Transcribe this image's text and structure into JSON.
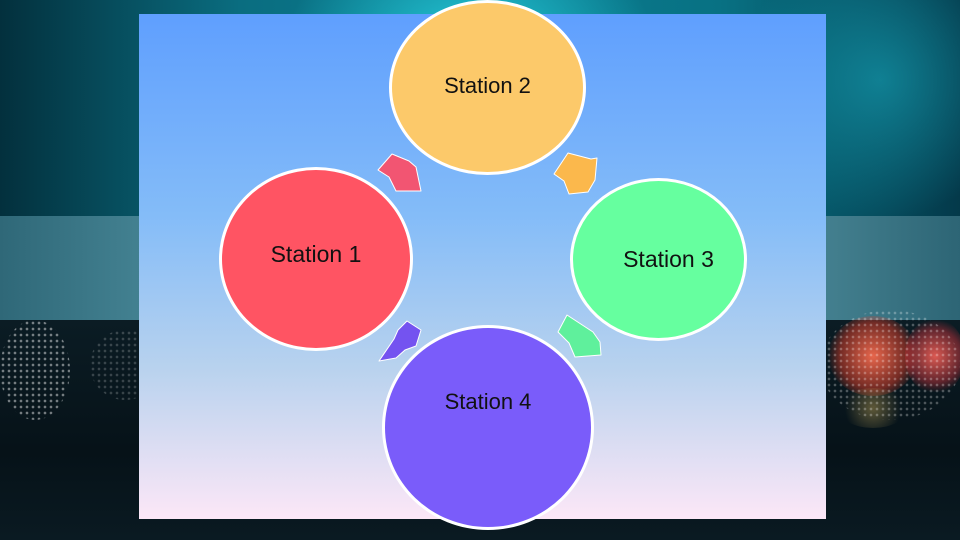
{
  "diagram": {
    "stations": [
      {
        "label": "Station 1",
        "color": "#ff5463"
      },
      {
        "label": "Station 2",
        "color": "#fcc96a"
      },
      {
        "label": "Station 3",
        "color": "#66ff9f"
      },
      {
        "label": "Station 4",
        "color": "#7a5cfa"
      }
    ],
    "arrows": [
      {
        "from": "Station 1",
        "to": "Station 2",
        "color": "#f25572"
      },
      {
        "from": "Station 2",
        "to": "Station 3",
        "color": "#fbb84c"
      },
      {
        "from": "Station 3",
        "to": "Station 4",
        "color": "#5ff09c"
      },
      {
        "from": "Station 4",
        "to": "Station 1",
        "color": "#7453f0"
      }
    ]
  }
}
